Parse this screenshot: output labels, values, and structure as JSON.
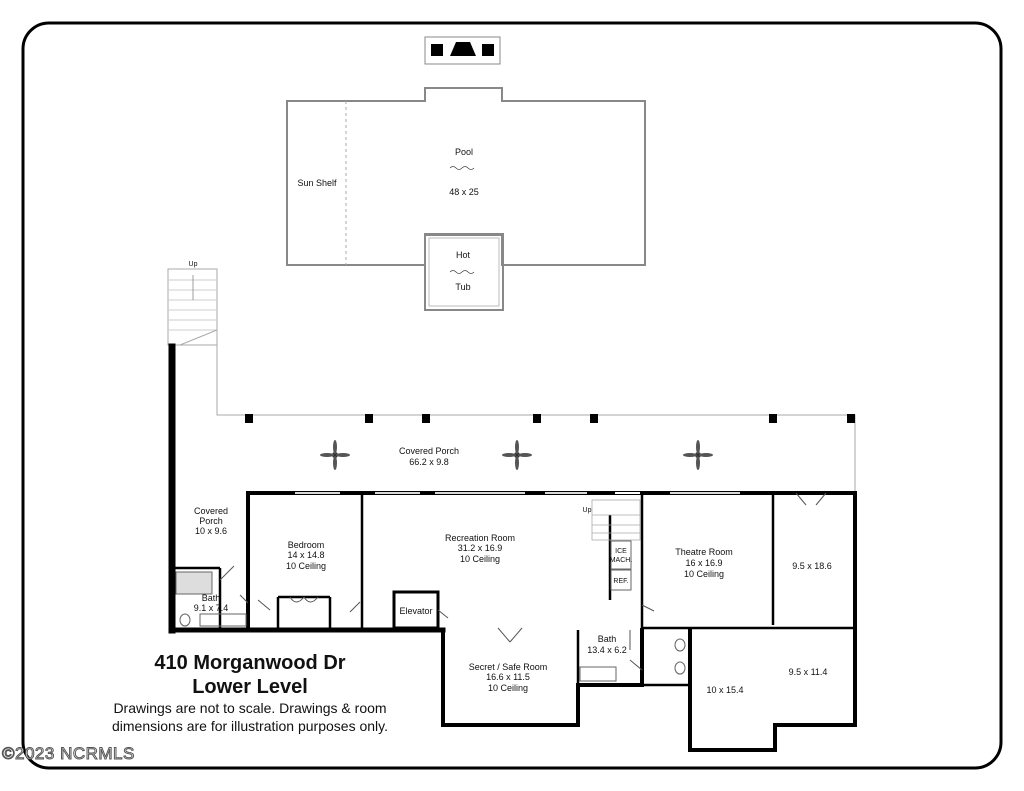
{
  "title": {
    "line1": "410 Morganwood Dr",
    "line2": "Lower Level",
    "note1": "Drawings are not to scale. Drawings & room",
    "note2": "dimensions are for illustration purposes only."
  },
  "copyright": "©2023 NCRMLS",
  "labels": {
    "pool": "Pool",
    "pool_dims": "48 x 25",
    "sun_shelf": "Sun Shelf",
    "hot": "Hot",
    "tub": "Tub",
    "up_stairs": "Up",
    "covered_porch_main": "Covered Porch",
    "covered_porch_main_dims": "66.2 x 9.8",
    "covered_porch_side": "Covered",
    "covered_porch_side_2": "Porch",
    "covered_porch_side_dims": "10 x 9.6",
    "bedroom": "Bedroom",
    "bedroom_dims": "14 x 14.8",
    "bedroom_ceiling": "10 Ceiling",
    "bath1": "Bath",
    "bath1_dims": "9.1 x 7.4",
    "recreation": "Recreation Room",
    "recreation_dims": "31.2 x 16.9",
    "recreation_ceiling": "10 Ceiling",
    "up_inner": "Up",
    "ice_mach_1": "ICE",
    "ice_mach_2": "MACH.",
    "ref": "REF.",
    "elevator": "Elevator",
    "theatre": "Theatre Room",
    "theatre_dims": "16 x 16.9",
    "theatre_ceiling": "10 Ceiling",
    "room_95_186": "9.5 x 18.6",
    "secret": "Secret / Safe Room",
    "secret_dims": "16.6 x 11.5",
    "secret_ceiling": "10 Ceiling",
    "bath2": "Bath",
    "bath2_dims": "13.4 x 6.2",
    "room_95_114": "9.5 x 11.4",
    "room_10_154": "10 x 15.4"
  }
}
